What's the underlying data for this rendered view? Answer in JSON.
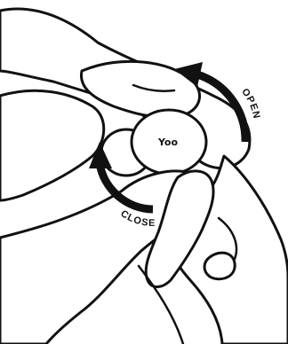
{
  "labels": {
    "open": "OPEN",
    "close": "CLOSE",
    "cap_logo": "Yoo"
  },
  "colors": {
    "line": "#111111",
    "background": "#ffffff",
    "arrow": "#111111"
  }
}
